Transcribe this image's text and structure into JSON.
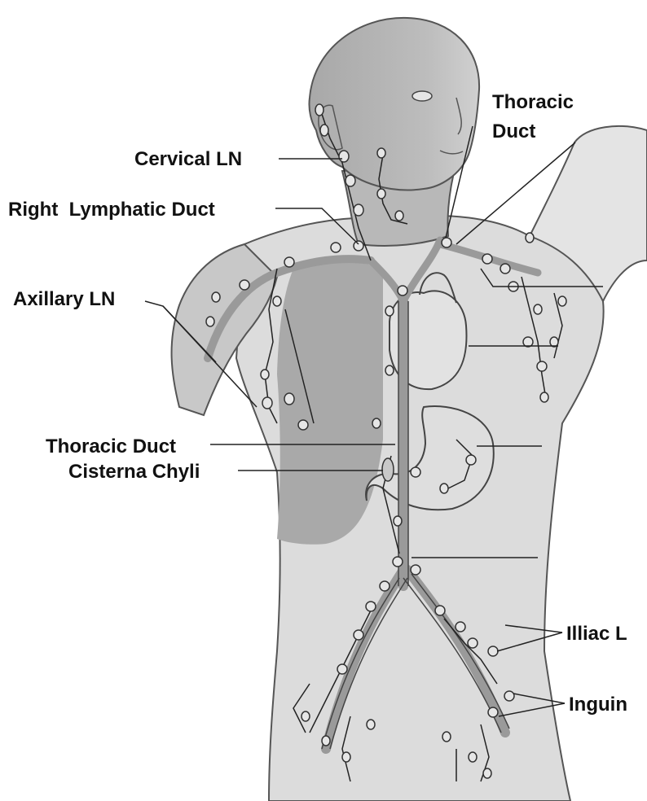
{
  "diagram": {
    "labels": {
      "thoracic_duct_top_line1": "Thoracic",
      "thoracic_duct_top_line2": "Duct",
      "cervical_ln": "Cervical LN",
      "right_lymphatic_duct": "Right  Lymphatic Duct",
      "axillary_ln": "Axillary LN",
      "thoracic_duct": "Thoracic Duct",
      "cisterna_chyli": "Cisterna Chyli",
      "illiac_ln": "Illiac L",
      "inguinal_ln": "Inguin"
    },
    "colors": {
      "skin_light": "#dcdcdc",
      "skin_mid": "#c4c4c4",
      "skin_dark": "#a9a9a9",
      "vessel": "#9a9a9a",
      "outline": "#333333",
      "node": "#e6e6e6",
      "label": "#111111"
    }
  }
}
